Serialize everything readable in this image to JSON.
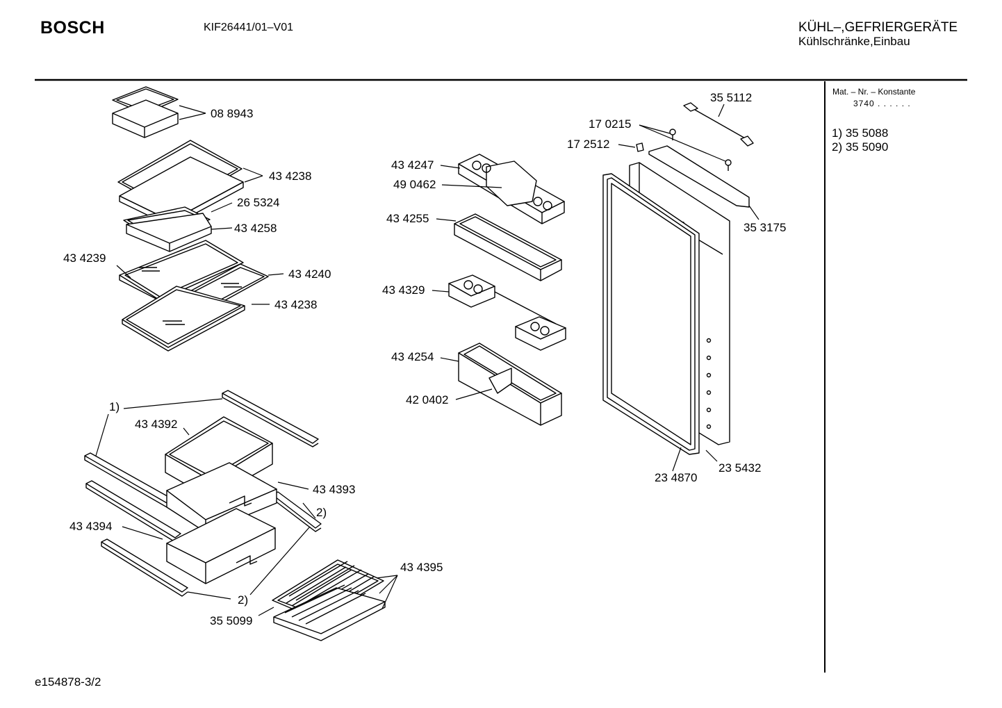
{
  "header": {
    "brand": "BOSCH",
    "model": "KIF26441/01–V01",
    "category_line1": "KÜHL–,GEFRIERGERÄTE",
    "category_line2": "Kühlschränke,Einbau"
  },
  "sidebar": {
    "mat_no_label": "Mat. – Nr. – Konstante",
    "constant": "3740 . . . . . .",
    "notes": [
      "1) 35 5088",
      "2) 35 5090"
    ]
  },
  "footer": {
    "document_id": "e154878-3/2"
  },
  "parts": {
    "p088943": "08 8943",
    "p434238a": "43 4238",
    "p265324": "26 5324",
    "p434258": "43 4258",
    "p434239": "43 4239",
    "p434240": "43 4240",
    "p434238b": "43 4238",
    "ref1": "1)",
    "p434392": "43 4392",
    "p434393": "43 4393",
    "ref2a": "2)",
    "p434394": "43 4394",
    "ref2b": "2)",
    "p434395": "43 4395",
    "p355099": "35 5099",
    "p434247": "43 4247",
    "p490462": "49 0462",
    "p434255": "43 4255",
    "p434329": "43 4329",
    "p434254": "43 4254",
    "p420402": "42 0402",
    "p355112": "35 5112",
    "p170215": "17 0215",
    "p172512": "17 2512",
    "p353175": "35 3175",
    "p234870": "23 4870",
    "p235432": "23 5432"
  }
}
